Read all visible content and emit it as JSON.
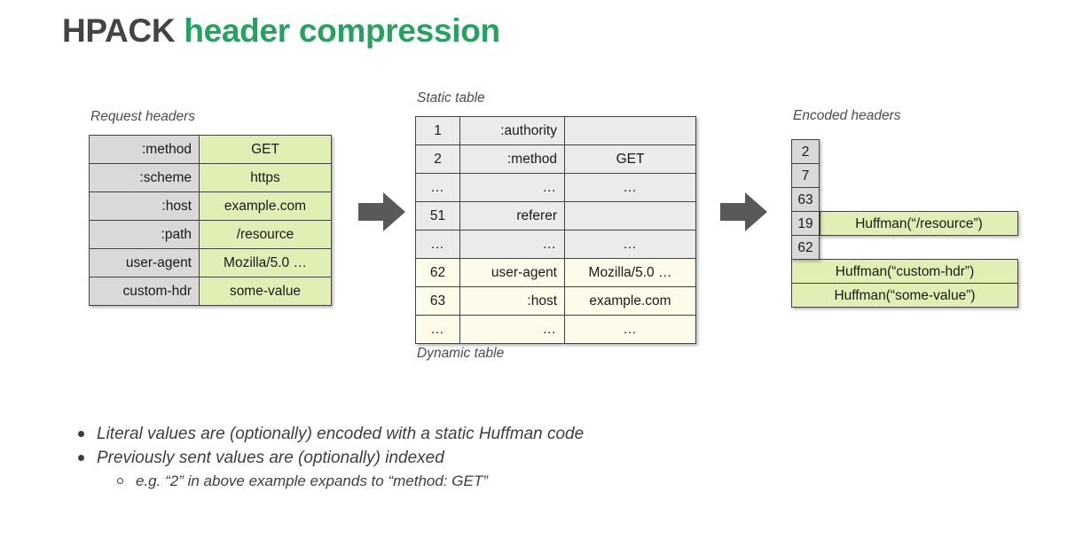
{
  "title": {
    "part1": "HPACK",
    "part2": "header compression",
    "color_dark": "#434343",
    "color_accent": "#24a35f"
  },
  "colors": {
    "header_cell": "#d9d9d9",
    "value_cell": "#e1efb4",
    "static_row": "#ebebeb",
    "dynamic_row": "#fdfbea",
    "arrow": "#595959",
    "border": "#434343"
  },
  "request_headers": {
    "caption": "Request headers",
    "rows": [
      {
        "name": ":method",
        "value": "GET"
      },
      {
        "name": ":scheme",
        "value": "https"
      },
      {
        "name": ":host",
        "value": "example.com"
      },
      {
        "name": ":path",
        "value": "/resource"
      },
      {
        "name": "user-agent",
        "value": "Mozilla/5.0 …"
      },
      {
        "name": "custom-hdr",
        "value": "some-value"
      }
    ]
  },
  "index_table": {
    "caption_top": "Static table",
    "caption_bottom": "Dynamic table",
    "rows": [
      {
        "index": "1",
        "name": ":authority",
        "value": "",
        "section": "static"
      },
      {
        "index": "2",
        "name": ":method",
        "value": "GET",
        "section": "static"
      },
      {
        "index": "…",
        "name": "…",
        "value": "…",
        "section": "static"
      },
      {
        "index": "51",
        "name": "referer",
        "value": "",
        "section": "static"
      },
      {
        "index": "…",
        "name": "…",
        "value": "…",
        "section": "static"
      },
      {
        "index": "62",
        "name": "user-agent",
        "value": "Mozilla/5.0 …",
        "section": "dynamic"
      },
      {
        "index": "63",
        "name": ":host",
        "value": "example.com",
        "section": "dynamic"
      },
      {
        "index": "…",
        "name": "…",
        "value": "…",
        "section": "dynamic"
      }
    ]
  },
  "encoded_headers": {
    "caption": "Encoded headers",
    "rows": [
      {
        "index": "2",
        "huffman": ""
      },
      {
        "index": "7",
        "huffman": ""
      },
      {
        "index": "63",
        "huffman": ""
      },
      {
        "index": "19",
        "huffman": "Huffman(“/resource”)"
      },
      {
        "index": "62",
        "huffman": ""
      }
    ],
    "full_rows": [
      "Huffman(“custom-hdr”)",
      "Huffman(“some-value”)"
    ]
  },
  "arrows": [
    {
      "name": "arrow-request-to-index"
    },
    {
      "name": "arrow-index-to-encoded"
    }
  ],
  "bullets": [
    {
      "level": 1,
      "text": "Literal values are (optionally) encoded with a static Huffman code"
    },
    {
      "level": 1,
      "text": "Previously sent values are (optionally) indexed"
    },
    {
      "level": 2,
      "text": "e.g. “2” in above example expands to “method: GET”"
    }
  ]
}
